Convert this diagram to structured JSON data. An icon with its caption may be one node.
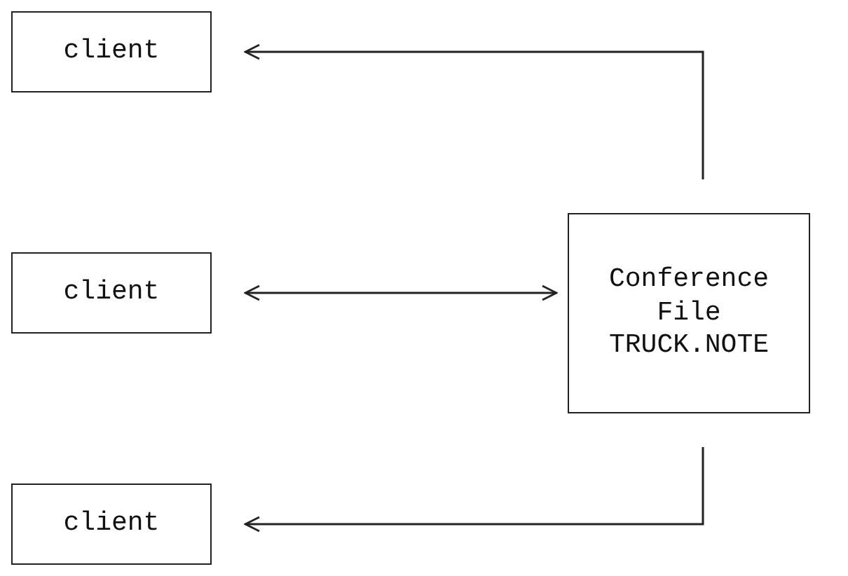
{
  "diagram": {
    "nodes": [
      {
        "text": [
          "client"
        ]
      },
      {
        "text": [
          "client"
        ]
      },
      {
        "text": [
          "Conference File TRUCK.NOTE"
        ]
      },
      {
        "text": [
          "client"
        ]
      }
    ],
    "edges": [
      {
        "from": 2,
        "to": 0,
        "arrow": "to"
      },
      {
        "from": 1,
        "to": 2,
        "arrow": "both"
      },
      {
        "from": 2,
        "to": 3,
        "arrow": "to"
      }
    ]
  }
}
